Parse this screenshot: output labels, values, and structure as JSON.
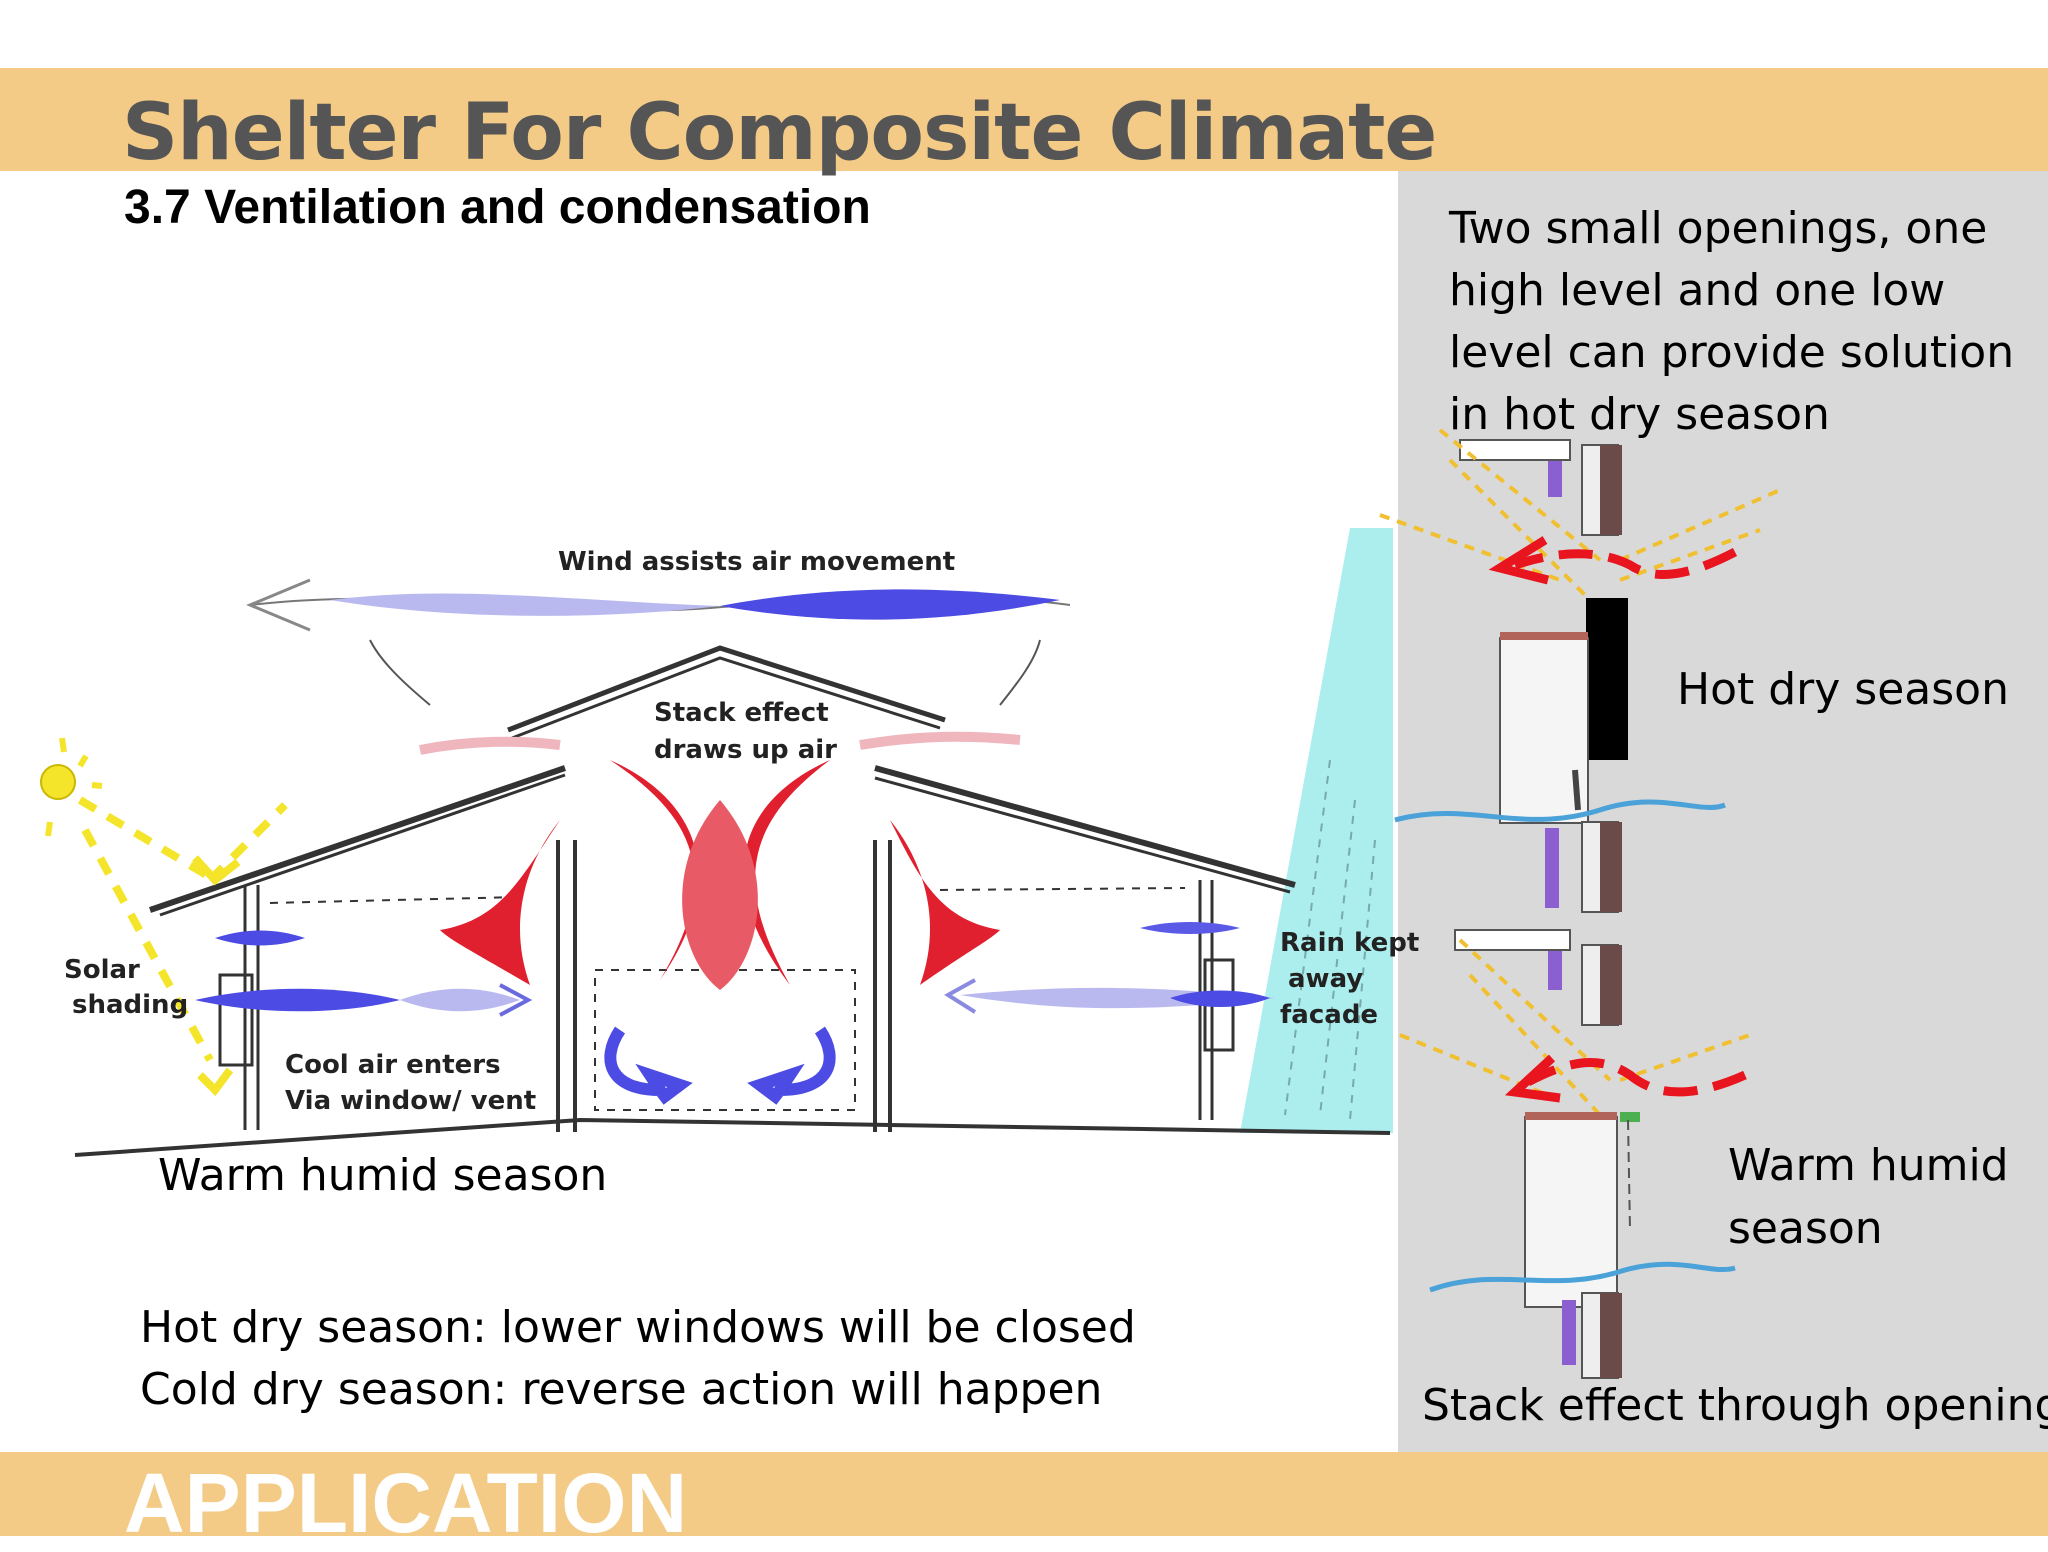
{
  "header": {
    "title": "Shelter For Composite Climate",
    "subtitle": "3.7 Ventilation and condensation"
  },
  "footer": {
    "label": "APPLICATION"
  },
  "left_diagram": {
    "labels": {
      "wind": "Wind assists air movement",
      "stack_line1": "Stack effect",
      "stack_line2": "draws up air",
      "solar_line1": "Solar",
      "solar_line2": "shading",
      "cool_line1": "Cool air enters",
      "cool_line2": "Via window/ vent",
      "rain_line1": "Rain kept",
      "rain_line2": "away",
      "rain_line3": "facade"
    },
    "caption": "Warm humid season"
  },
  "notes": {
    "line1": "Hot dry season: lower windows will be closed",
    "line2": "Cold dry season: reverse action will happen"
  },
  "right_panel": {
    "description": "Two small openings, one high level and one low level can provide solution in hot dry season",
    "hot_dry_label": "Hot dry season",
    "warm_humid_line1": "Warm humid",
    "warm_humid_line2": "season",
    "caption": "Stack effect through opening"
  },
  "colors": {
    "header_band": "#f3cb87",
    "panel_bg": "#d9d9d9",
    "title_text": "#555555",
    "air_blue": "#5a5ae6",
    "stack_red": "#e0202e",
    "rain_cyan": "#9eeaea"
  }
}
